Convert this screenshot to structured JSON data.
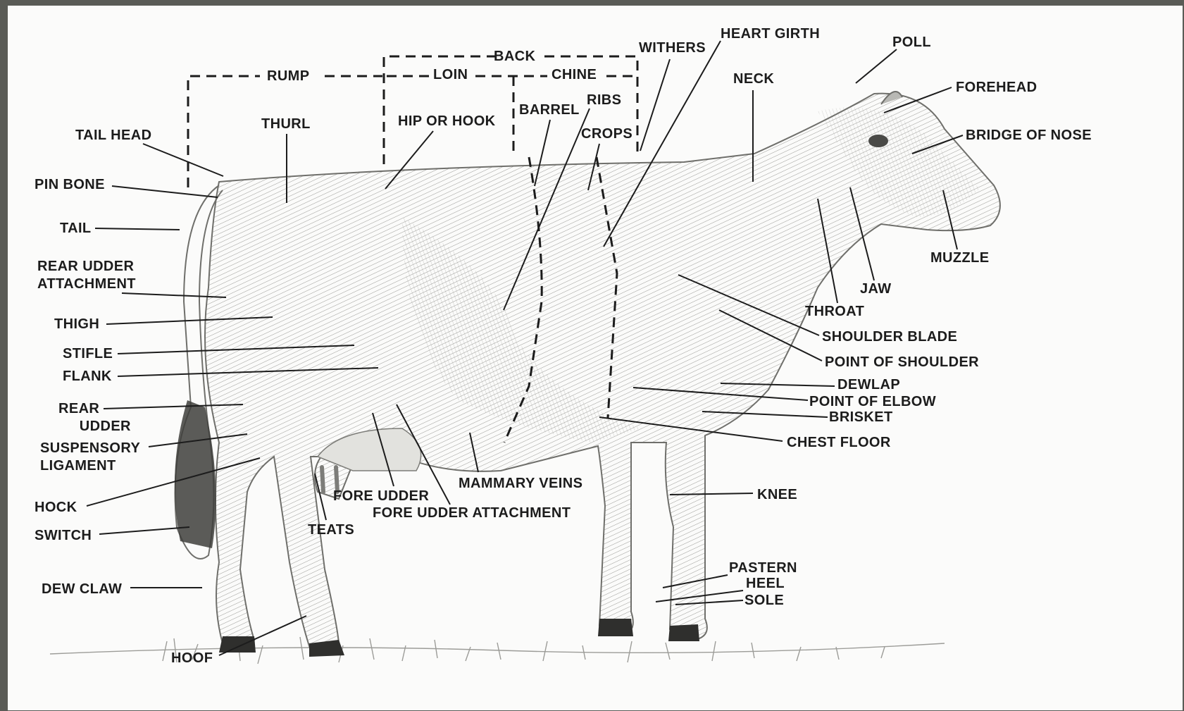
{
  "labels": {
    "back": "BACK",
    "rump": "RUMP",
    "loin": "LOIN",
    "chine": "CHINE",
    "withers": "WITHERS",
    "heart_girth": "HEART GIRTH",
    "poll": "POLL",
    "neck": "NECK",
    "forehead": "FOREHEAD",
    "bridge_of_nose": "BRIDGE OF NOSE",
    "muzzle": "MUZZLE",
    "jaw": "JAW",
    "throat": "THROAT",
    "shoulder_blade": "SHOULDER BLADE",
    "point_of_shoulder": "POINT OF SHOULDER",
    "dewlap": "DEWLAP",
    "point_of_elbow": "POINT OF ELBOW",
    "brisket": "BRISKET",
    "chest_floor": "CHEST FLOOR",
    "knee": "KNEE",
    "pastern": "PASTERN",
    "heel": "HEEL",
    "sole": "SOLE",
    "barrel": "BARREL",
    "ribs": "RIBS",
    "crops": "CROPS",
    "hip_or_hook": "HIP OR HOOK",
    "thurl": "THURL",
    "tail_head": "TAIL HEAD",
    "pin_bone": "PIN BONE",
    "tail": "TAIL",
    "rear_udder_attachment": "REAR UDDER\nATTACHMENT",
    "thigh": "THIGH",
    "stifle": "STIFLE",
    "flank": "FLANK",
    "rear_udder": "REAR\n     UDDER",
    "suspensory_ligament": "SUSPENSORY\nLIGAMENT",
    "hock": "HOCK",
    "switch": "SWITCH",
    "dew_claw": "DEW CLAW",
    "hoof": "HOOF",
    "teats": "TEATS",
    "fore_udder": "FORE UDDER",
    "fore_udder_attachment": "FORE UDDER ATTACHMENT",
    "mammary_veins": "MAMMARY VEINS"
  }
}
